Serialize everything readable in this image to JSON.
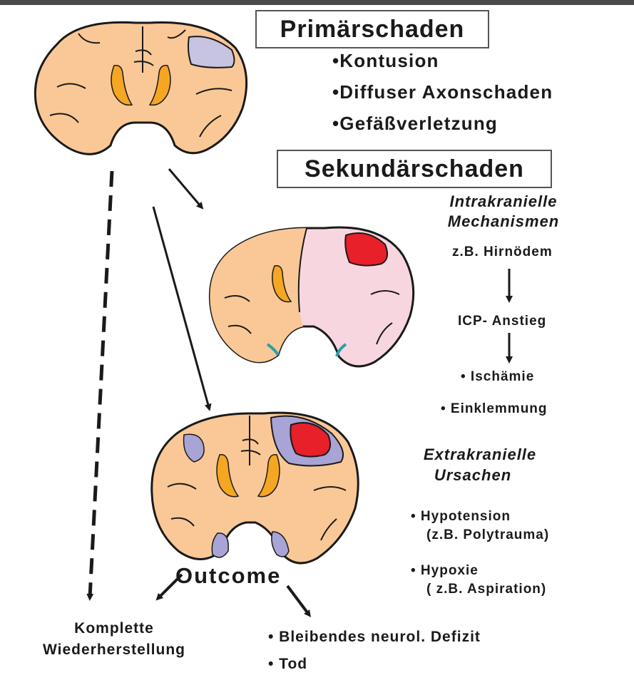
{
  "primary": {
    "title": "Primärschaden",
    "items": [
      "•Kontusion",
      "•Diffuser Axonschaden",
      "•Gefäßverletzung"
    ]
  },
  "secondary": {
    "title": "Sekundärschaden",
    "intracranial": {
      "line1": "Intrakranielle",
      "line2": "Mechanismen"
    },
    "chain": [
      "z.B. Hirnödem",
      "ICP- Anstieg"
    ],
    "consequences": [
      "• Ischämie",
      "• Einklemmung"
    ],
    "extracranial": {
      "line1": "Extrakranielle",
      "line2": "Ursachen"
    },
    "causes": [
      {
        "main": "• Hypotension",
        "sub": "(z.B. Polytrauma)"
      },
      {
        "main": "• Hypoxie",
        "sub": "( z.B. Aspiration)"
      }
    ]
  },
  "outcome": {
    "title": "Outcome",
    "recovery": {
      "line1": "Komplette",
      "line2": "Wiederherstellung"
    },
    "results": [
      "• Bleibendes neurol. Defizit",
      "• Tod"
    ]
  },
  "colors": {
    "brain": "#f9c896",
    "ventricle": "#f5a623",
    "contusion": "#c7c4e2",
    "lesion": "#a8a4d6",
    "hemorrhage": "#e8202a",
    "edema": "#f8d6e0",
    "cyan": "#2aa0a8",
    "outline": "#1a1a1a"
  }
}
